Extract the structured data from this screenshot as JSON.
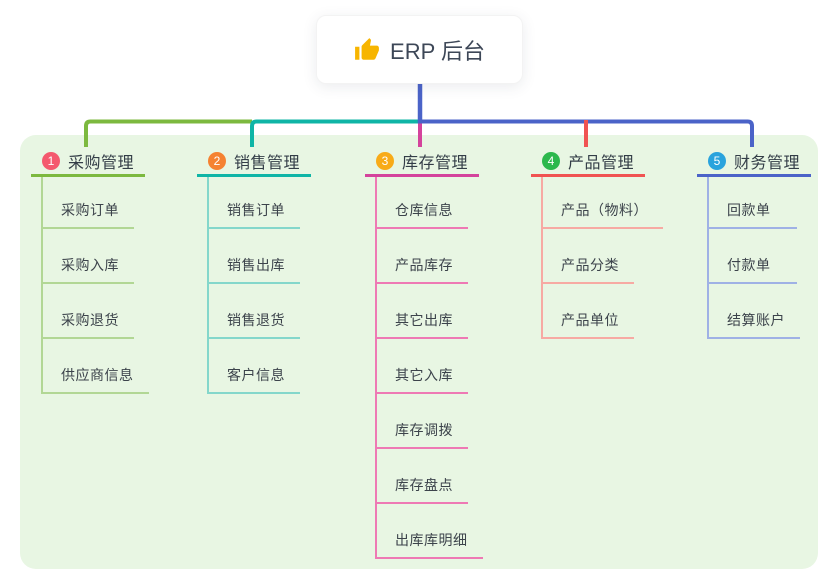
{
  "root": {
    "label": "ERP 后台",
    "icon": "thumbs-up-icon",
    "icon_color": "#f7b500",
    "connector_color": "#4b63c8"
  },
  "colors": {
    "page_bg": "#ffffff",
    "container_bg": "#e8f6e3"
  },
  "branches": [
    {
      "num": "1",
      "label": "采购管理",
      "badge_color": "#f4596e",
      "line_color": "#7cb93f",
      "light_color": "#b2d795",
      "children": [
        "采购订单",
        "采购入库",
        "采购退货",
        "供应商信息"
      ]
    },
    {
      "num": "2",
      "label": "销售管理",
      "badge_color": "#f58231",
      "line_color": "#0fb5a6",
      "light_color": "#84d7cb",
      "children": [
        "销售订单",
        "销售出库",
        "销售退货",
        "客户信息"
      ]
    },
    {
      "num": "3",
      "label": "库存管理",
      "badge_color": "#f8ab18",
      "line_color": "#d4439c",
      "light_color": "#ee79b4",
      "children": [
        "仓库信息",
        "产品库存",
        "其它出库",
        "其它入库",
        "库存调拨",
        "库存盘点",
        "出库库明细"
      ]
    },
    {
      "num": "4",
      "label": "产品管理",
      "badge_color": "#2cb84d",
      "line_color": "#f05352",
      "light_color": "#f7aaa3",
      "children": [
        "产品（物料）",
        "产品分类",
        "产品单位"
      ]
    },
    {
      "num": "5",
      "label": "财务管理",
      "badge_color": "#29a3dd",
      "line_color": "#4b63c8",
      "light_color": "#9fb1e5",
      "children": [
        "回款单",
        "付款单",
        "结算账户"
      ]
    }
  ]
}
